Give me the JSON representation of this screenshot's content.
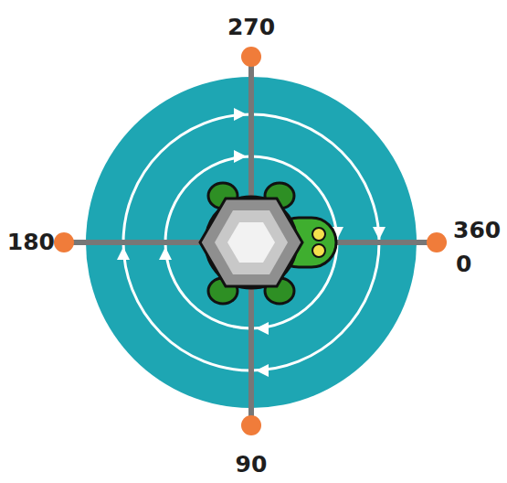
{
  "diagram": {
    "labels": [
      "270",
      "180",
      "360",
      "0",
      "90"
    ]
  }
}
